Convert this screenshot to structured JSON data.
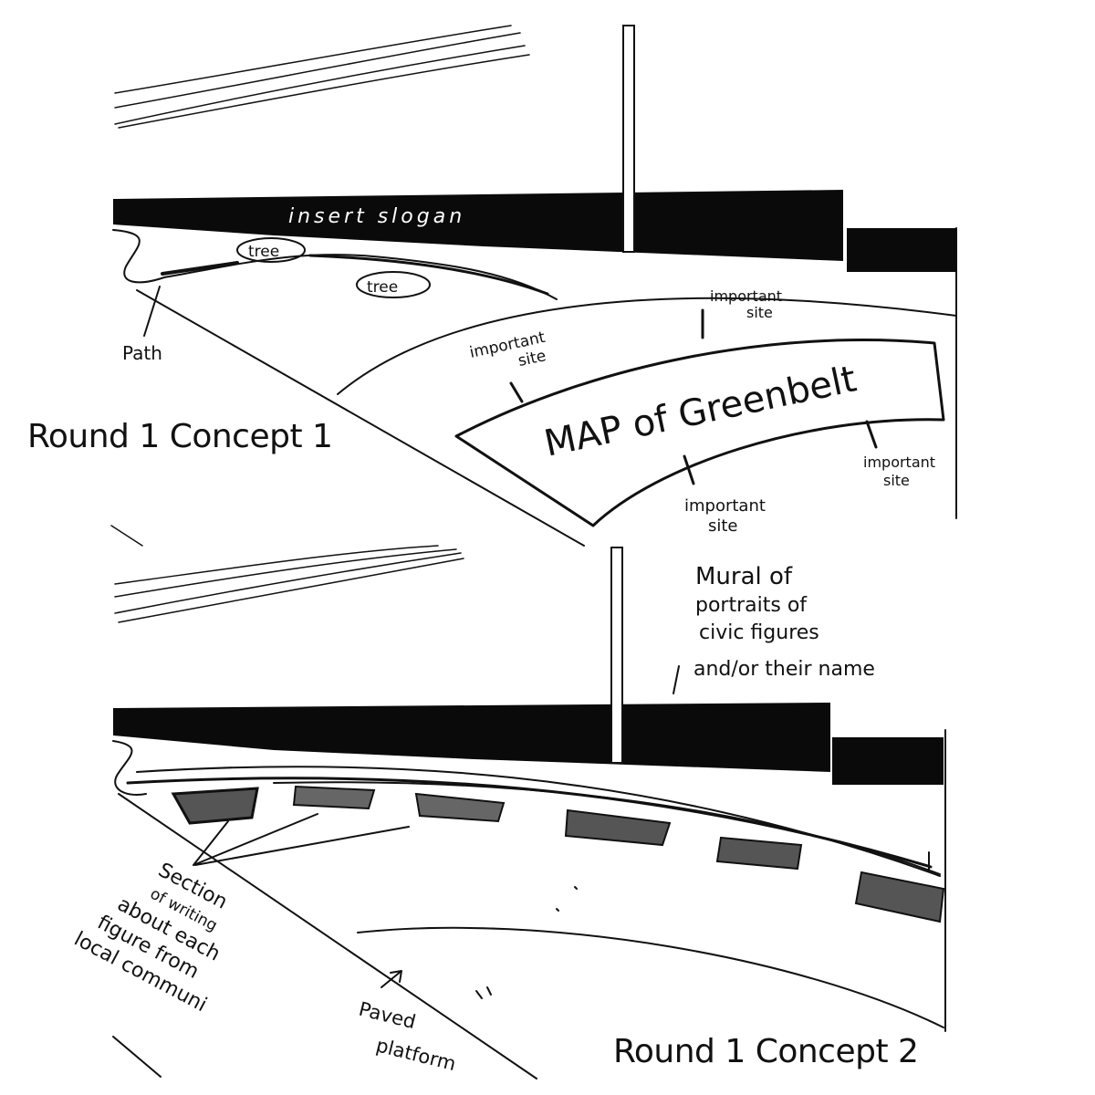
{
  "concept_1": {
    "caption": "Round 1 Concept 1",
    "slogan": "insert slogan",
    "tree_1": "tree",
    "tree_2": "tree",
    "path_label": "Path",
    "map_title": "MAP of Greenbelt",
    "site_1": [
      "important",
      "site"
    ],
    "site_2": [
      "important",
      "site"
    ],
    "site_3": [
      "important",
      "site"
    ],
    "site_4": [
      "important",
      "site"
    ]
  },
  "concept_2": {
    "caption": "Round 1 Concept 2",
    "mural_note": [
      "Mural of",
      "portraits of",
      "civic figures",
      "and/or their name"
    ],
    "writing_note": [
      "Section",
      "of writing",
      "about each",
      "figure from",
      "local communi"
    ],
    "platform_note": [
      "Paved",
      "platform"
    ]
  }
}
